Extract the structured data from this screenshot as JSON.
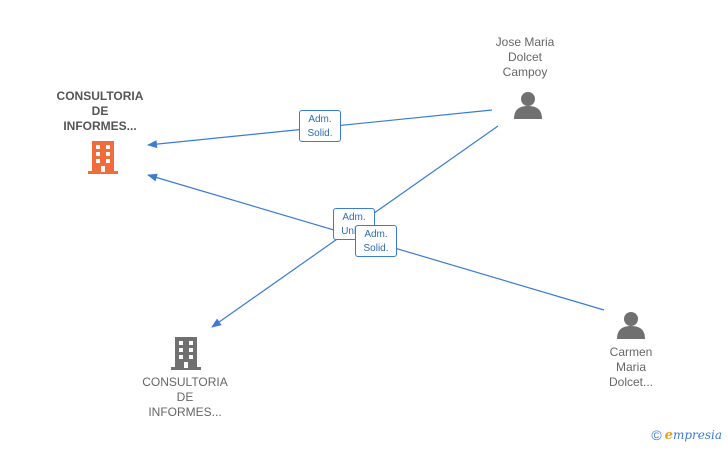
{
  "nodes": {
    "company_main": {
      "lines": [
        "CONSULTORIA",
        "DE",
        "INFORMES..."
      ],
      "color": "#f26b3a"
    },
    "company_secondary": {
      "lines": [
        "CONSULTORIA",
        "DE",
        "INFORMES..."
      ],
      "color": "#707070"
    },
    "person_jose": {
      "lines": [
        "Jose Maria",
        "Dolcet",
        "Campoy"
      ],
      "color": "#707070"
    },
    "person_carmen": {
      "lines": [
        "Carmen",
        "Maria",
        "Dolcet..."
      ],
      "color": "#707070"
    }
  },
  "edges": [
    {
      "label": [
        "Adm.",
        "Solid."
      ]
    },
    {
      "label": [
        "Adm.",
        "Unico"
      ]
    },
    {
      "label": [
        "Adm.",
        "Solid."
      ]
    }
  ],
  "edge_color": "#3a7bd5",
  "brand": {
    "copyright": "©",
    "initial": "e",
    "name": "mpresia"
  }
}
